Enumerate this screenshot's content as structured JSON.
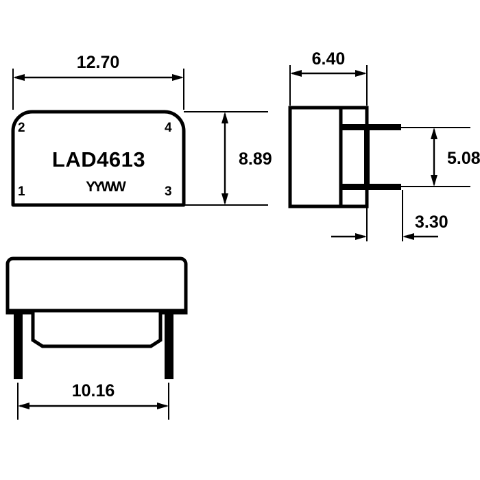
{
  "drawing": {
    "title": "LAD4613 package outline drawing",
    "units": "mm",
    "line_color": "#000000",
    "background_color": "#ffffff"
  },
  "views": {
    "top": {
      "name": "top-view",
      "part_number": "LAD4613",
      "date_code": "YYWW",
      "pin_labels": {
        "pin1": "1",
        "pin2": "2",
        "pin3": "3",
        "pin4": "4"
      },
      "dimensions": {
        "width": "12.70",
        "height": "8.89"
      }
    },
    "side": {
      "name": "side-view",
      "dimensions": {
        "body_depth": "6.40",
        "pin_pitch": "5.08",
        "pin_offset": "3.30"
      }
    },
    "front": {
      "name": "front-view",
      "dimensions": {
        "lead_span": "10.16"
      }
    }
  }
}
